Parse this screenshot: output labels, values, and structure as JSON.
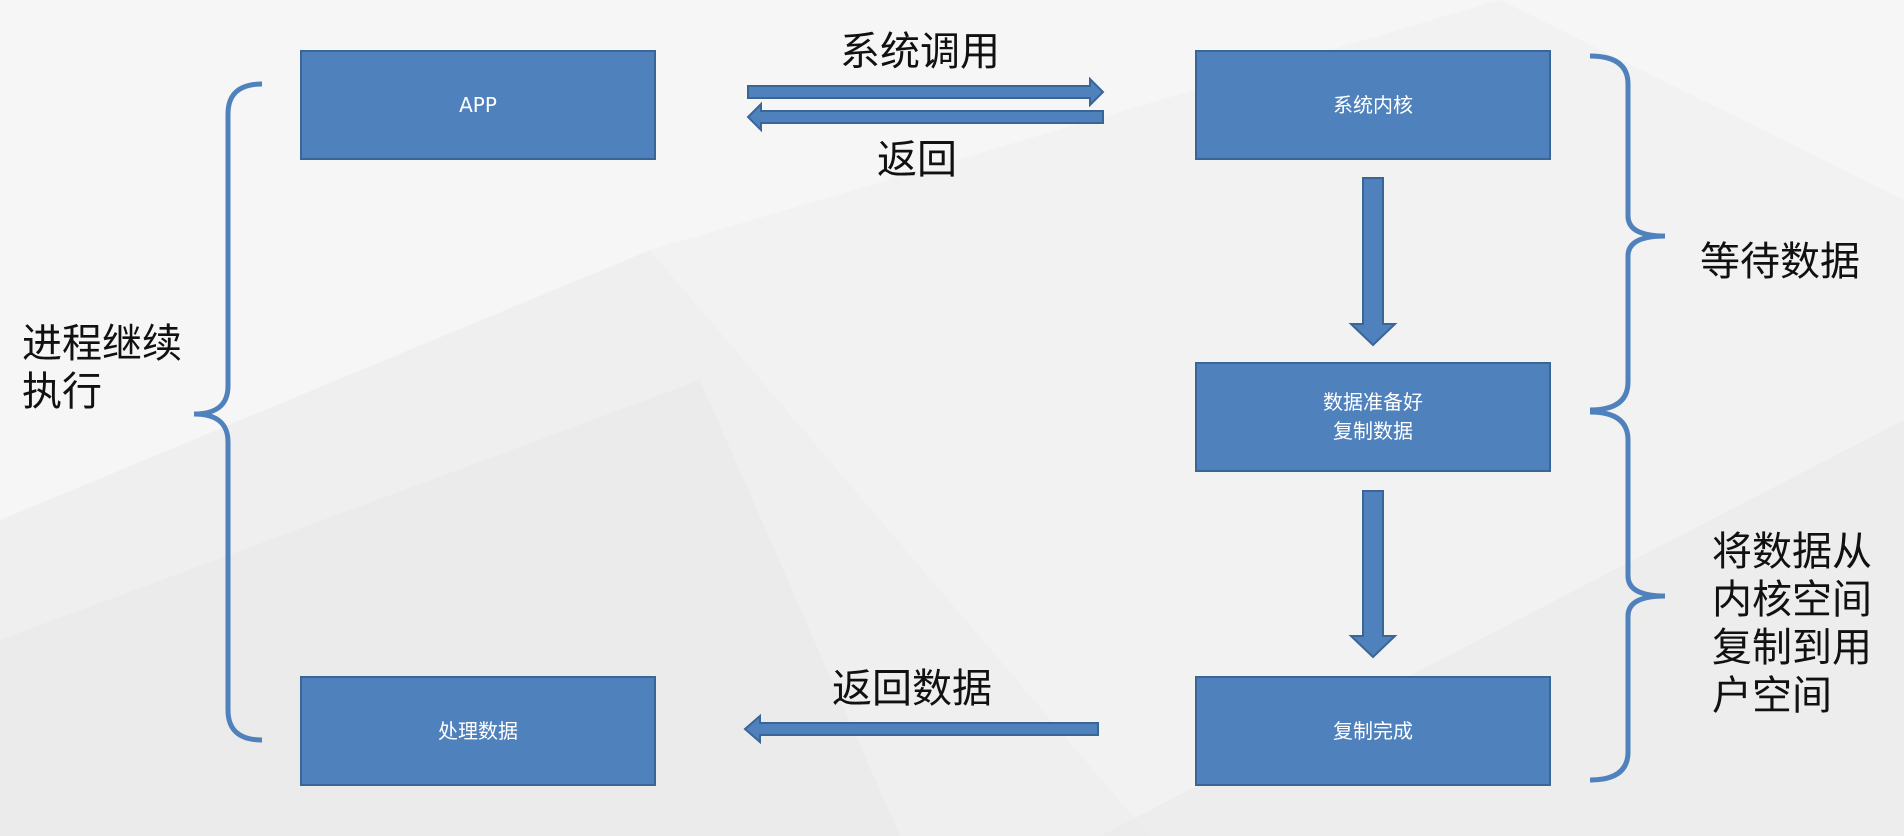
{
  "colors": {
    "box_fill": "#4f81bd",
    "box_border": "#3a6597",
    "arrow_fill": "#4f81bd",
    "brace_stroke": "#4f81bd",
    "text": "#111111",
    "box_text": "#ffffff"
  },
  "nodes": {
    "app": "APP",
    "kernel": "系统内核",
    "data_ready_line1": "数据准备好",
    "data_ready_line2": "复制数据",
    "copy_done": "复制完成",
    "process_data": "处理数据"
  },
  "edges": {
    "syscall": "系统调用",
    "return": "返回",
    "return_data": "返回数据"
  },
  "braces": {
    "left_line1": "进程继续",
    "left_line2": "执行",
    "right_top": "等待数据",
    "right_bottom_line1": "将数据从",
    "right_bottom_line2": "内核空间",
    "right_bottom_line3": "复制到用",
    "right_bottom_line4": "户空间"
  }
}
